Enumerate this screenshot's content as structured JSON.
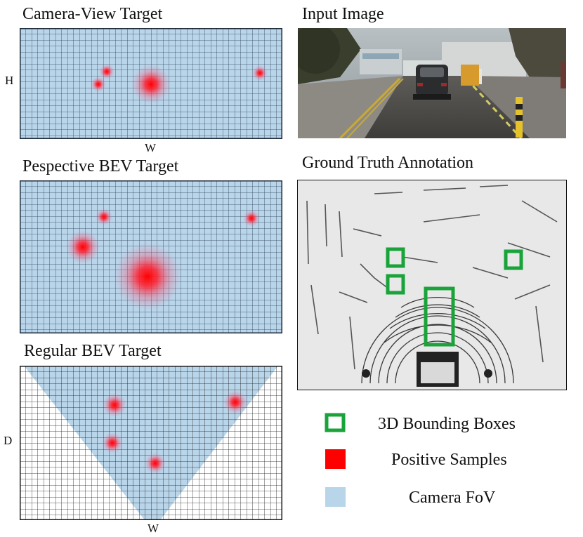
{
  "panels": {
    "camera_view": {
      "title": "Camera-View Target",
      "axis_h": "H",
      "axis_w": "W"
    },
    "perspective_bev": {
      "title": "Pespective BEV Target"
    },
    "regular_bev": {
      "title": "Regular BEV Target",
      "axis_d": "D",
      "axis_w": "W"
    },
    "input_image": {
      "title": "Input Image"
    },
    "ground_truth": {
      "title": "Ground Truth Annotation"
    }
  },
  "legend": {
    "items": [
      {
        "label": "3D Bounding Boxes",
        "symbol": "green-box"
      },
      {
        "label": "Positive Samples",
        "symbol": "red-square"
      },
      {
        "label": "Camera FoV",
        "symbol": "blue-square"
      }
    ]
  },
  "colors": {
    "grid_fill": "#b9d5ea",
    "grid_line": "#2c3e56",
    "positive": "#ff0000",
    "bbox": "#1aa33a"
  }
}
